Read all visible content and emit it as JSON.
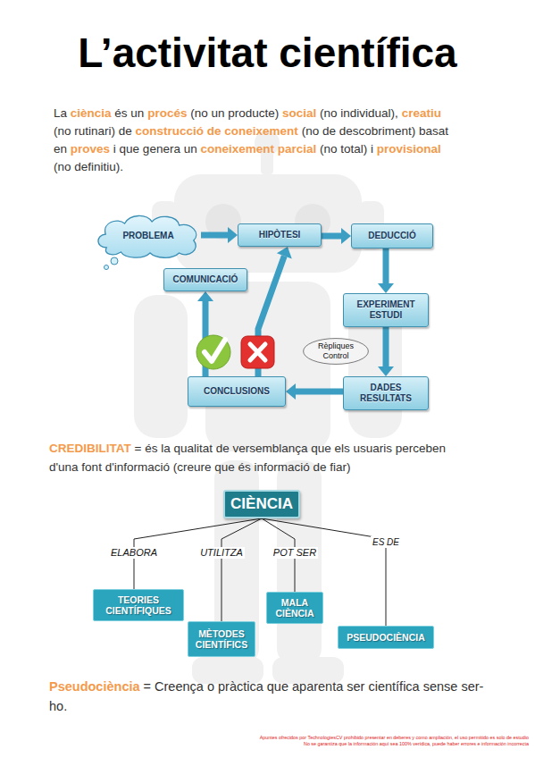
{
  "diagram": {
    "title": "L’activitat científica",
    "nodes": [
      {
        "text": [
          "PROBLEMA"
        ]
      },
      {
        "text": [
          "HIPÒTESI"
        ]
      },
      {
        "text": [
          "DEDUCCIÓ"
        ]
      },
      {
        "text": [
          "COMUNICACIÓ"
        ]
      },
      {
        "text": [
          "EXPERIMENT ESTUDI"
        ]
      },
      {
        "text": [
          "Rèpliques Control"
        ]
      },
      {
        "text": [
          "CONCLUSIONS"
        ]
      },
      {
        "text": [
          "DADES RESULTATS"
        ]
      },
      {
        "text": [
          "CIÈNCIA"
        ]
      },
      {
        "text": [
          "TEORIES CIENTÍFIQUES"
        ]
      },
      {
        "text": [
          "MÈTODES CIENTÍFICS"
        ]
      },
      {
        "text": [
          "MALA CIÈNCIA"
        ]
      },
      {
        "text": [
          "PSEUDOCIÈNCIA"
        ]
      }
    ],
    "edges": [
      {
        "from": 0,
        "to": 1,
        "arrow": "to"
      },
      {
        "from": 1,
        "to": 2,
        "arrow": "to"
      },
      {
        "from": 2,
        "to": 4,
        "arrow": "to"
      },
      {
        "from": 4,
        "to": 7,
        "arrow": "to"
      },
      {
        "from": 7,
        "to": 6,
        "arrow": "to"
      },
      {
        "from": 6,
        "to": 3,
        "arrow": "to"
      },
      {
        "from": 6,
        "to": 1,
        "arrow": "to"
      },
      {
        "from": 8,
        "to": 9,
        "label": "ELABORA",
        "arrow": "none"
      },
      {
        "from": 8,
        "to": 10,
        "label": "UTILITZA",
        "arrow": "none"
      },
      {
        "from": 8,
        "to": 11,
        "label": "POT SER",
        "arrow": "none"
      },
      {
        "from": 8,
        "to": 12,
        "label": "ES DE",
        "arrow": "none"
      }
    ],
    "labels": [
      "La",
      "ciència",
      "és un",
      "procés",
      "(no un producte)",
      "social",
      "(no individual),",
      "creatiu",
      "(no rutinari) de",
      "construcció de coneixement",
      "(no de descobriment) basat en",
      "proves",
      "i que genera un",
      "coneixement parcial",
      "(no total) i",
      "provisional",
      "(no definitiu).",
      "CREDIBILITAT",
      "= és la qualitat de versemblança que els usuaris perceben d'una font d'informació (creure que és informació de fiar)",
      "Pseudociència",
      "= Creença o pràctica que aparenta ser científica sense ser-ho.",
      "Apuntes ofrecidos por TechnologiesCV prohibido presentar en deberes y como ampliación, el uso permitido es solo de estudio",
      "No se garantiza que la información aquí sea 100% verídica, puede haber errores e información incorrecta"
    ]
  }
}
